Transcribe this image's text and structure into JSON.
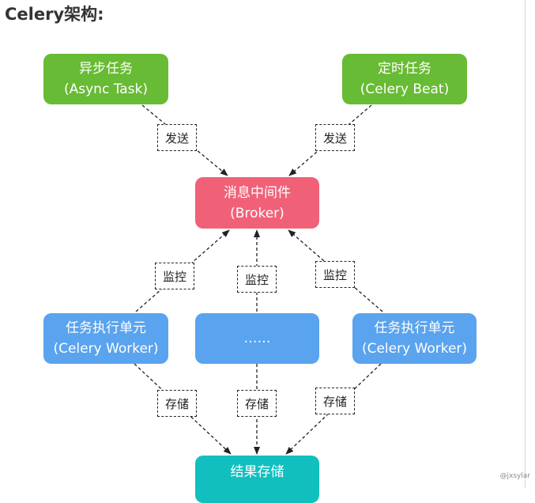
{
  "heading": "Celery架构:",
  "nodes": {
    "async_task": {
      "line1": "异步任务",
      "line2": "(Async Task)"
    },
    "celery_beat": {
      "line1": "定时任务",
      "line2": "(Celery Beat)"
    },
    "broker": {
      "line1": "消息中间件",
      "line2": "(Broker)"
    },
    "worker_left": {
      "line1": "任务执行单元",
      "line2": "(Celery Worker)"
    },
    "worker_middle": {
      "line1": "……"
    },
    "worker_right": {
      "line1": "任务执行单元",
      "line2": "(Celery Worker)"
    },
    "result_store": {
      "line1": "结果存储"
    }
  },
  "edge_labels": {
    "send": "发送",
    "monitor": "监控",
    "store": "存储"
  },
  "credit": "@jxsylar",
  "colors": {
    "task": "#68bb34",
    "broker": "#f06178",
    "worker": "#5aa3ee",
    "result": "#12bfbf"
  }
}
